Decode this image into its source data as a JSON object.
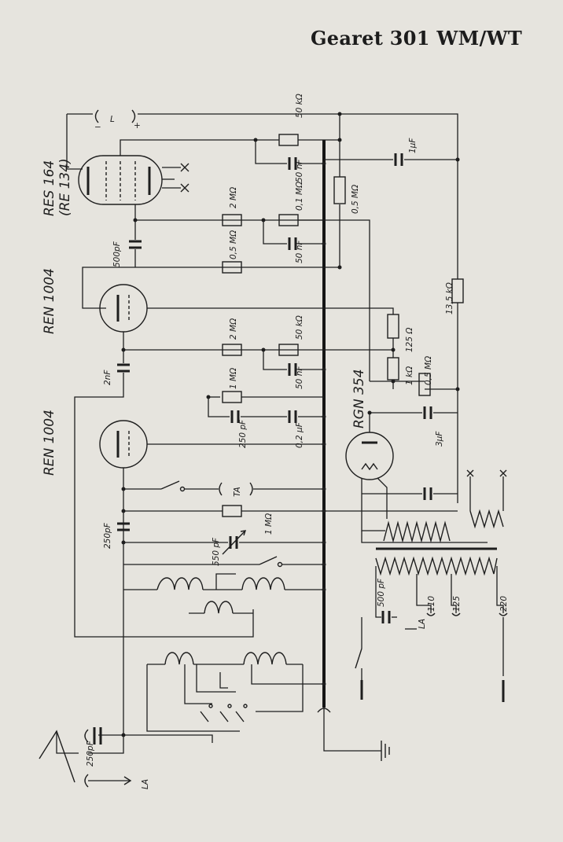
{
  "title": "Gearet 301 WM/WT",
  "tubes": [
    {
      "id": "v1",
      "label": "RES 164",
      "sublabel": "(RE 134)"
    },
    {
      "id": "v2",
      "label": "REN 1004"
    },
    {
      "id": "v3",
      "label": "REN 1004"
    },
    {
      "id": "v4",
      "label": "RGN 354"
    }
  ],
  "components": {
    "r_50k_top": "50 kΩ",
    "c_50n_top": "50 nF",
    "c_1u": "1μF",
    "r_05M_a": "0,5 MΩ",
    "r_2M_a": "2 MΩ",
    "r_01M": "0,1 MΩ",
    "c_50n_b": "50 nF",
    "c_500p_a": "500pF",
    "r_05M_b": "0,5 MΩ",
    "r_135k": "13,5 kΩ",
    "r_125": "125 Ω",
    "r_2M_b": "2 MΩ",
    "r_50k_b": "50 kΩ",
    "c_2n": "2nF",
    "c_50n_c": "50 nF",
    "r_1k": "1 kΩ",
    "r_05M_c": "0,5 MΩ",
    "r_1M_a": "1 MΩ",
    "c_250p_a": "250 pF",
    "c_02u": "0,2 μF",
    "c_3u": "3μF",
    "ta": "TA",
    "c_250p_b": "250pF",
    "r_1M_b": "1 MΩ",
    "c_550p": "550 pF",
    "c_500p_b": "500 pF",
    "tap_110": "110",
    "tap_125": "125",
    "tap_220": "220",
    "la_mains": "LA",
    "c_250p_ant": "250pF",
    "la_ant": "LA",
    "speaker_minus": "−",
    "speaker_L": "L",
    "speaker_plus": "+"
  }
}
